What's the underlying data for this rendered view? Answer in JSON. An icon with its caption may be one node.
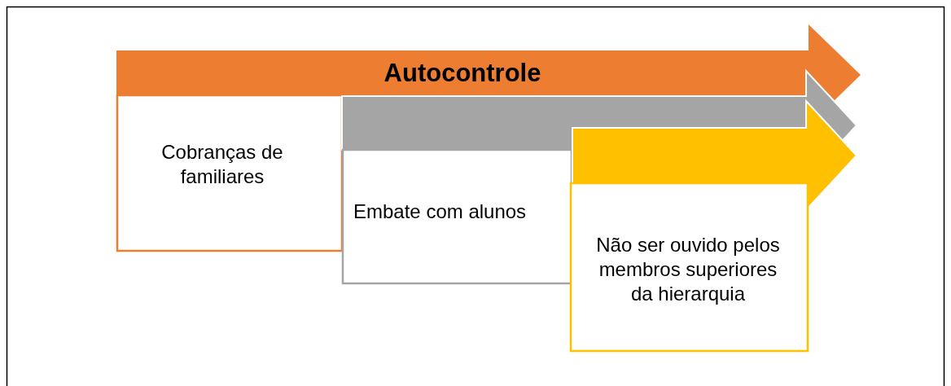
{
  "diagram": {
    "nodes": [
      {
        "text": [
          "Autocontrole"
        ]
      },
      {
        "text": [
          "Cobranças de familiares"
        ]
      },
      {
        "text": [],
        "shape": "arrow"
      },
      {
        "text": [
          "Embate com alunos"
        ]
      },
      {
        "text": [],
        "shape": "arrow"
      },
      {
        "text": [
          "Não ser ouvido pelos membros superiores da hierarquia"
        ]
      }
    ]
  }
}
